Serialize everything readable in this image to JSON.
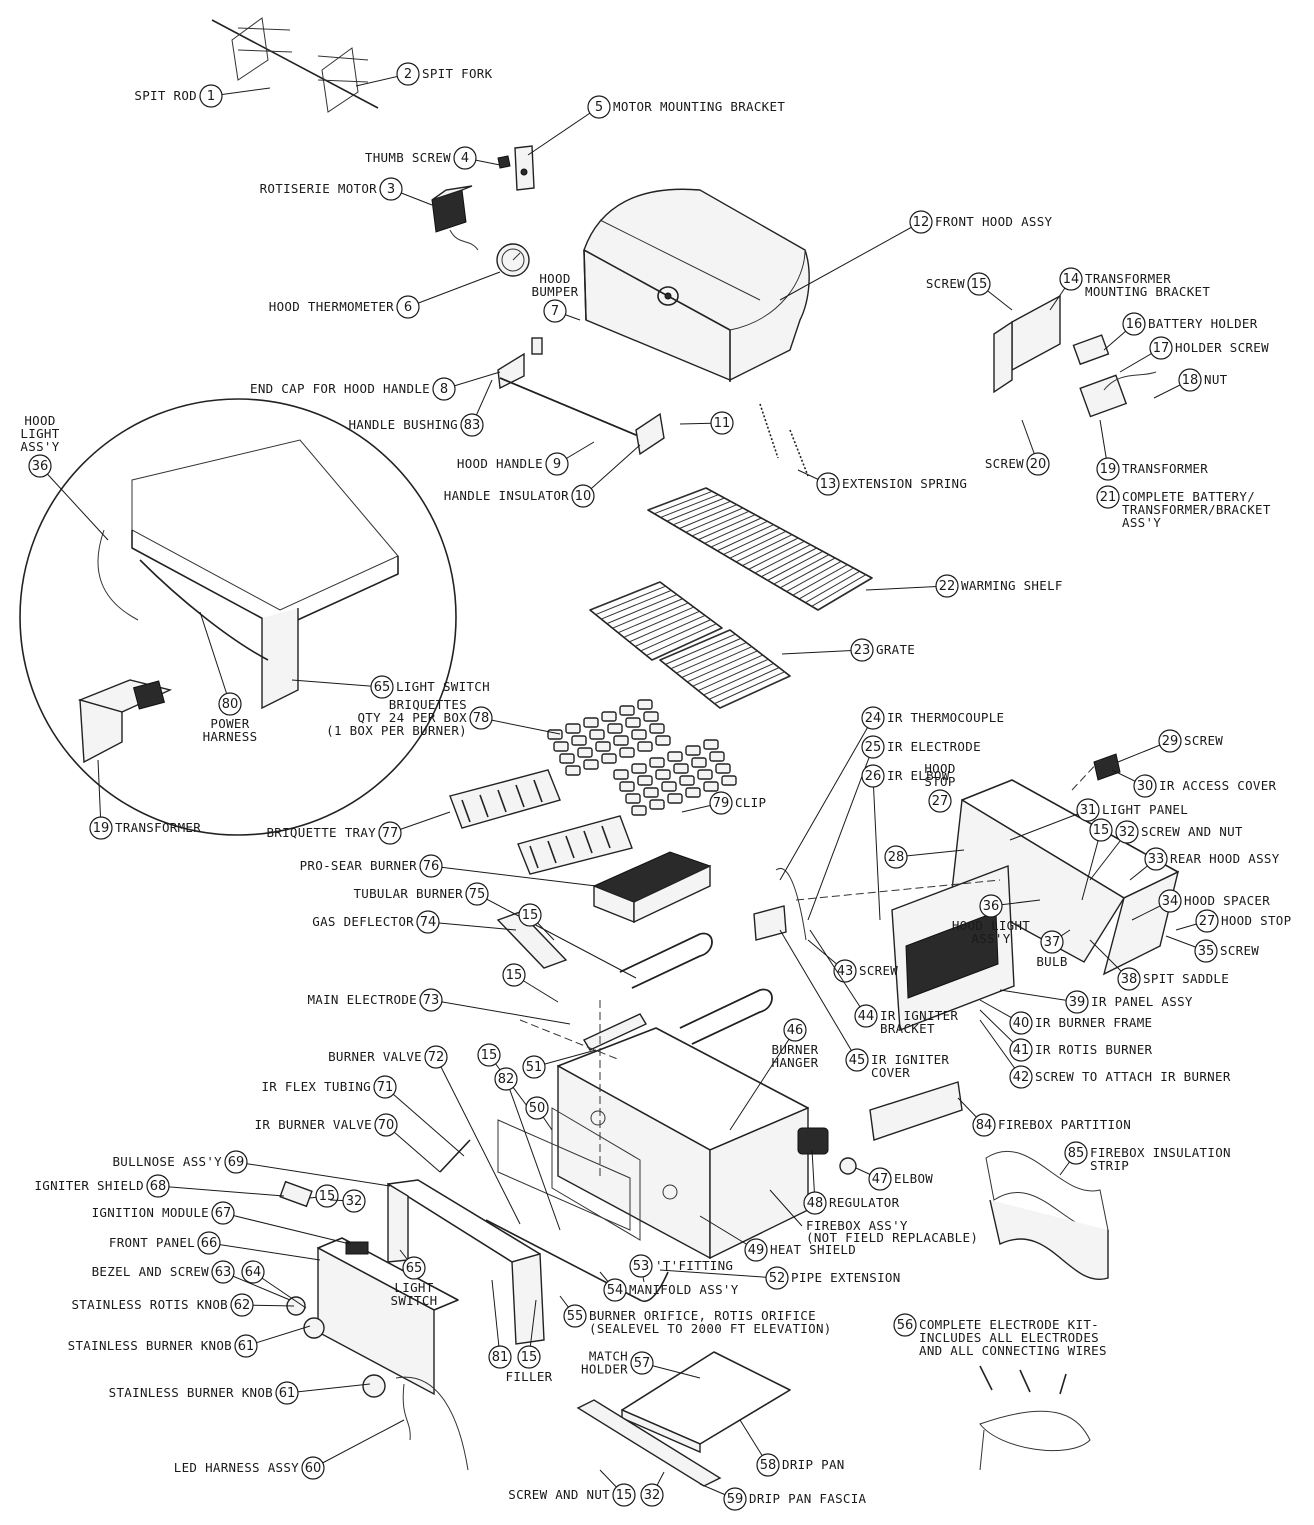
{
  "diagram": {
    "callouts": [
      {
        "n": "1",
        "label": "SPIT ROD"
      },
      {
        "n": "2",
        "label": "SPIT FORK"
      },
      {
        "n": "3",
        "label": "ROTISERIE MOTOR"
      },
      {
        "n": "4",
        "label": "THUMB SCREW"
      },
      {
        "n": "5",
        "label": "MOTOR MOUNTING BRACKET"
      },
      {
        "n": "6",
        "label": "HOOD THERMOMETER"
      },
      {
        "n": "7",
        "label": [
          "HOOD",
          "BUMPER"
        ]
      },
      {
        "n": "8",
        "label": "END CAP FOR HOOD HANDLE"
      },
      {
        "n": "83",
        "label": "HANDLE BUSHING"
      },
      {
        "n": "9",
        "label": "HOOD HANDLE"
      },
      {
        "n": "10",
        "label": "HANDLE INSULATOR"
      },
      {
        "n": "11",
        "label": ""
      },
      {
        "n": "12",
        "label": "FRONT HOOD ASSY"
      },
      {
        "n": "13",
        "label": "EXTENSION SPRING"
      },
      {
        "n": "15",
        "label": "SCREW"
      },
      {
        "n": "14",
        "label": [
          "TRANSFORMER",
          "MOUNTING BRACKET"
        ]
      },
      {
        "n": "16",
        "label": "BATTERY HOLDER"
      },
      {
        "n": "17",
        "label": "HOLDER SCREW"
      },
      {
        "n": "18",
        "label": "NUT"
      },
      {
        "n": "20",
        "label": "SCREW"
      },
      {
        "n": "19",
        "label": "TRANSFORMER"
      },
      {
        "n": "21",
        "label": [
          "COMPLETE BATTERY/",
          "TRANSFORMER/BRACKET",
          "ASS'Y"
        ]
      },
      {
        "n": "22",
        "label": "WARMING SHELF"
      },
      {
        "n": "23",
        "label": "GRATE"
      },
      {
        "n": "36",
        "label": [
          "HOOD",
          "LIGHT",
          "ASS'Y"
        ]
      },
      {
        "n": "65",
        "label": "LIGHT SWITCH"
      },
      {
        "n": "80",
        "label": [
          "POWER",
          "HARNESS"
        ]
      },
      {
        "n": "19",
        "label": "TRANSFORMER"
      },
      {
        "n": "78",
        "label": [
          "BRIQUETTES",
          "QTY 24 PER BOX",
          "(1 BOX PER BURNER)"
        ]
      },
      {
        "n": "79",
        "label": "CLIP"
      },
      {
        "n": "77",
        "label": "BRIQUETTE TRAY"
      },
      {
        "n": "76",
        "label": "PRO-SEAR BURNER"
      },
      {
        "n": "75",
        "label": "TUBULAR BURNER"
      },
      {
        "n": "74",
        "label": "GAS DEFLECTOR"
      },
      {
        "n": "15",
        "label": ""
      },
      {
        "n": "15",
        "label": ""
      },
      {
        "n": "73",
        "label": "MAIN ELECTRODE"
      },
      {
        "n": "51",
        "label": ""
      },
      {
        "n": "24",
        "label": "IR THERMOCOUPLE"
      },
      {
        "n": "25",
        "label": "IR ELECTRODE"
      },
      {
        "n": "26",
        "label": "IR ELBOW"
      },
      {
        "n": "27",
        "label": [
          "HOOD",
          "STOP"
        ]
      },
      {
        "n": "28",
        "label": ""
      },
      {
        "n": "29",
        "label": "SCREW"
      },
      {
        "n": "30",
        "label": "IR ACCESS COVER"
      },
      {
        "n": "31",
        "label": "LIGHT PANEL"
      },
      {
        "n": "15",
        "label": ""
      },
      {
        "n": "32",
        "label": "SCREW AND NUT"
      },
      {
        "n": "33",
        "label": "REAR HOOD ASSY"
      },
      {
        "n": "34",
        "label": "HOOD SPACER"
      },
      {
        "n": "27",
        "label": "HOOD STOP"
      },
      {
        "n": "35",
        "label": "SCREW"
      },
      {
        "n": "36",
        "label": [
          "HOOD LIGHT",
          "ASS'Y"
        ]
      },
      {
        "n": "37",
        "label": "BULB"
      },
      {
        "n": "38",
        "label": "SPIT SADDLE"
      },
      {
        "n": "43",
        "label": "SCREW"
      },
      {
        "n": "39",
        "label": "IR PANEL ASSY"
      },
      {
        "n": "44",
        "label": [
          "IR IGNITER",
          "BRACKET"
        ]
      },
      {
        "n": "40",
        "label": "IR BURNER FRAME"
      },
      {
        "n": "41",
        "label": "IR ROTIS BURNER"
      },
      {
        "n": "45",
        "label": [
          "IR IGNITER",
          "COVER"
        ]
      },
      {
        "n": "42",
        "label": "SCREW TO ATTACH IR BURNER"
      },
      {
        "n": "46",
        "label": [
          "BURNER",
          "HANGER"
        ]
      },
      {
        "n": "84",
        "label": "FIREBOX PARTITION"
      },
      {
        "n": "85",
        "label": [
          "FIREBOX INSULATION",
          "STRIP"
        ]
      },
      {
        "n": "47",
        "label": "ELBOW"
      },
      {
        "n": "48",
        "label": "REGULATOR"
      },
      {
        "n": "72",
        "label": "BURNER VALVE"
      },
      {
        "n": "15",
        "label": ""
      },
      {
        "n": "82",
        "label": ""
      },
      {
        "n": "71",
        "label": "IR FLEX TUBING"
      },
      {
        "n": "50",
        "label": ""
      },
      {
        "n": "70",
        "label": "IR BURNER VALVE"
      },
      {
        "n": "69",
        "label": "BULLNOSE ASS'Y"
      },
      {
        "n": "68",
        "label": "IGNITER SHIELD"
      },
      {
        "n": "15",
        "label": ""
      },
      {
        "n": "32",
        "label": ""
      },
      {
        "n": "67",
        "label": "IGNITION MODULE"
      },
      {
        "n": "66",
        "label": "FRONT PANEL"
      },
      {
        "n": "63",
        "label": "BEZEL AND SCREW"
      },
      {
        "n": "64",
        "label": ""
      },
      {
        "n": "62",
        "label": "STAINLESS ROTIS KNOB"
      },
      {
        "n": "61",
        "label": "STAINLESS BURNER KNOB"
      },
      {
        "n": "61",
        "label": "STAINLESS BURNER KNOB"
      },
      {
        "n": "65",
        "label": [
          "LIGHT",
          "SWITCH"
        ]
      },
      {
        "n": "81",
        "label": ""
      },
      {
        "n": "15",
        "label": "FILLER"
      },
      {
        "n": "49",
        "label": "HEAT SHIELD"
      },
      {
        "n": "53",
        "label": "'T'FITTING"
      },
      {
        "n": "54",
        "label": "MANIFOLD ASS'Y"
      },
      {
        "n": "52",
        "label": "PIPE EXTENSION"
      },
      {
        "n": "55",
        "label": [
          "BURNER ORIFICE, ROTIS ORIFICE",
          "(SEALEVEL TO 2000 FT ELEVATION)"
        ]
      },
      {
        "n": "56",
        "label": [
          "COMPLETE ELECTRODE KIT-",
          "INCLUDES ALL ELECTRODES",
          "AND ALL CONNECTING WIRES"
        ]
      },
      {
        "n": "57",
        "label": [
          "MATCH",
          "HOLDER"
        ]
      },
      {
        "n": "58",
        "label": "DRIP PAN"
      },
      {
        "n": "60",
        "label": "LED HARNESS ASSY"
      },
      {
        "n": "15",
        "label": "SCREW AND NUT"
      },
      {
        "n": "32",
        "label": ""
      },
      {
        "n": "59",
        "label": "DRIP PAN FASCIA"
      }
    ],
    "firebox_note": [
      "FIREBOX ASS'Y",
      "(NOT FIELD REPLACABLE)"
    ]
  }
}
